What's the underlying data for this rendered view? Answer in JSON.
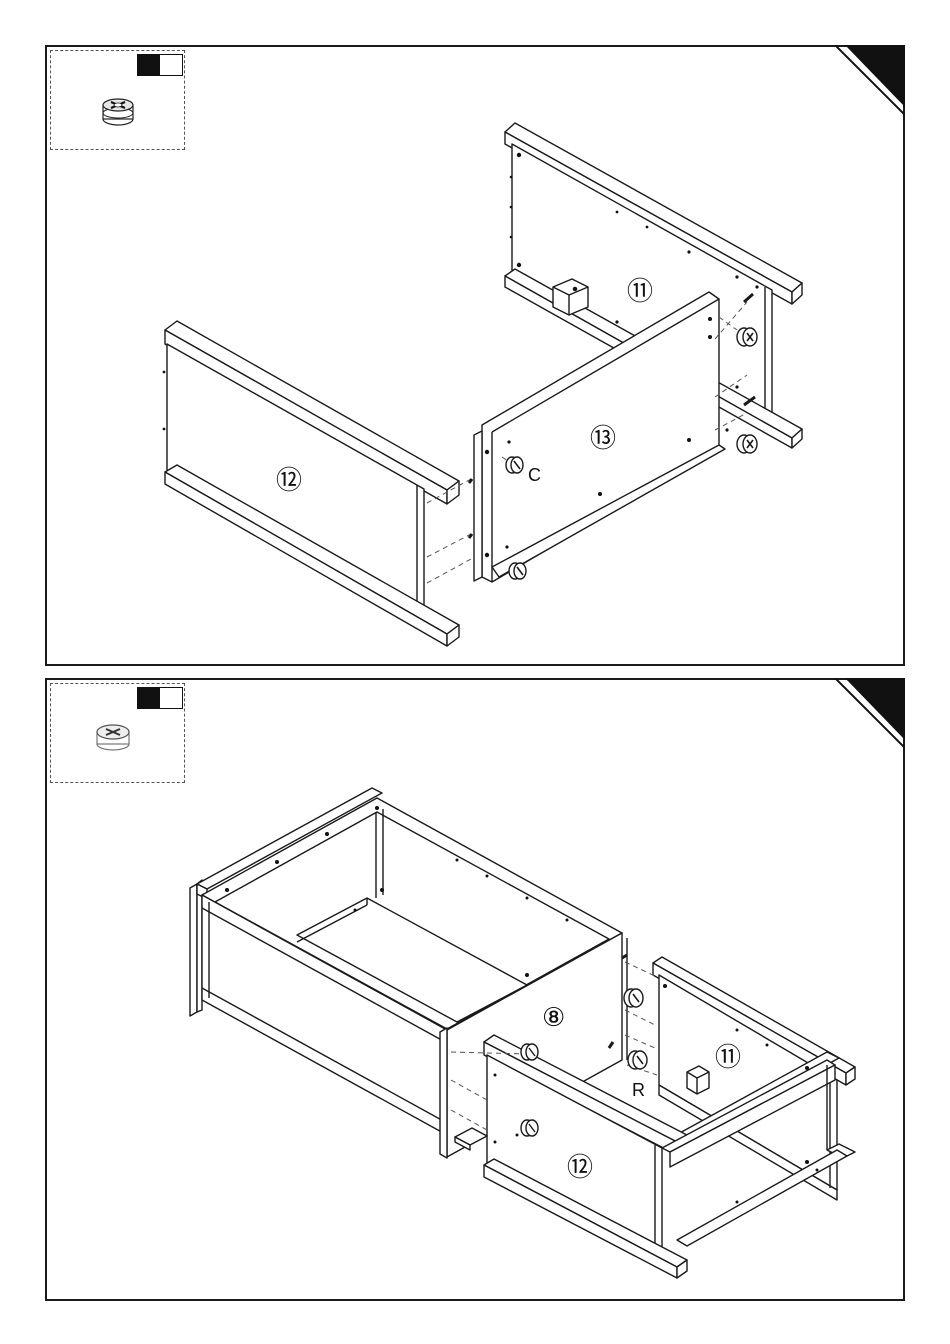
{
  "step1": {
    "part_labels": {
      "rail_back": "⑪",
      "rail_front": "⑫",
      "center_panel": "⑬"
    },
    "hardware_label": "C",
    "inset": {
      "hardware_icon": "cam-lock-icon",
      "quantity_swatch": [
        "black",
        "white"
      ]
    }
  },
  "step2": {
    "part_labels": {
      "drawer_box": "⑧",
      "rail_back": "⑪",
      "rail_front": "⑫"
    },
    "hardware_label": "R",
    "inset": {
      "hardware_icon": "cam-lock-icon",
      "quantity_swatch": [
        "black",
        "white"
      ]
    }
  },
  "colors": {
    "line": "#1a1a1a",
    "corner_tab": "#111111",
    "dashed": "#555555"
  }
}
